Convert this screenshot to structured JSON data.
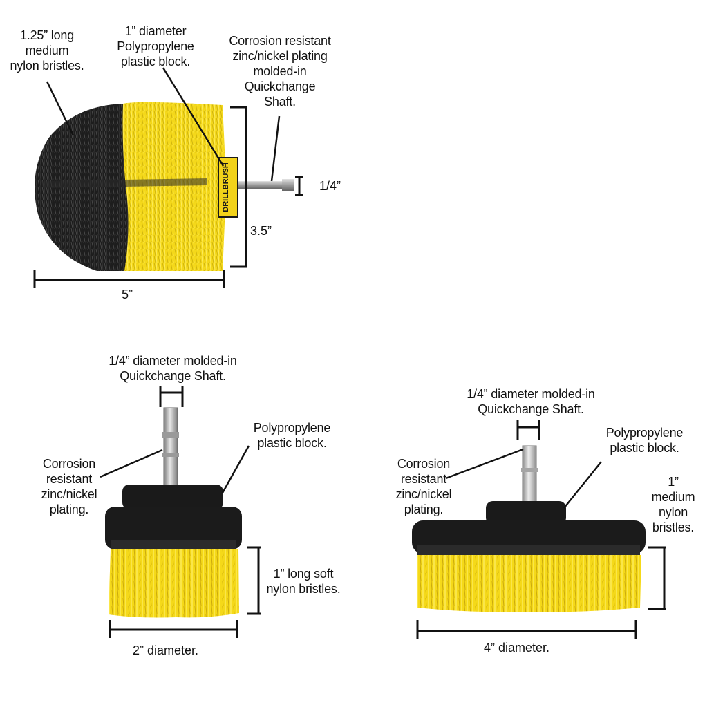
{
  "colors": {
    "bristle_yellow": "#f6dd1b",
    "bristle_black": "#1d1d1d",
    "block_black": "#1a1a1a",
    "shaft_silver": "#b8b8b8",
    "line": "#111111"
  },
  "top_brush": {
    "brand_text": "DRILLBRUSH",
    "callouts": {
      "bristles": "1.25” long\nmedium\nnylon bristles.",
      "block": "1” diameter\nPolypropylene\nplastic block.",
      "shaft": "Corrosion resistant\nzinc/nickel plating\nmolded-in\nQuickchange\nShaft."
    },
    "dimensions": {
      "shaft_diameter": "1/4”",
      "height": "3.5”",
      "width": "5”"
    }
  },
  "small_brush": {
    "callouts": {
      "shaft": "1/4” diameter molded-in\nQuickchange Shaft.",
      "block": "Polypropylene\nplastic block.",
      "plating": "Corrosion\nresistant\nzinc/nickel\nplating.",
      "bristles": "1” long soft\nnylon bristles."
    },
    "dimensions": {
      "diameter": "2” diameter."
    }
  },
  "large_brush": {
    "callouts": {
      "shaft": "1/4” diameter molded-in\nQuickchange Shaft.",
      "block": "Polypropylene\nplastic block.",
      "plating": "Corrosion\nresistant\nzinc/nickel\nplating.",
      "bristles": "1”\nmedium\nnylon\nbristles."
    },
    "dimensions": {
      "diameter": "4” diameter."
    }
  }
}
